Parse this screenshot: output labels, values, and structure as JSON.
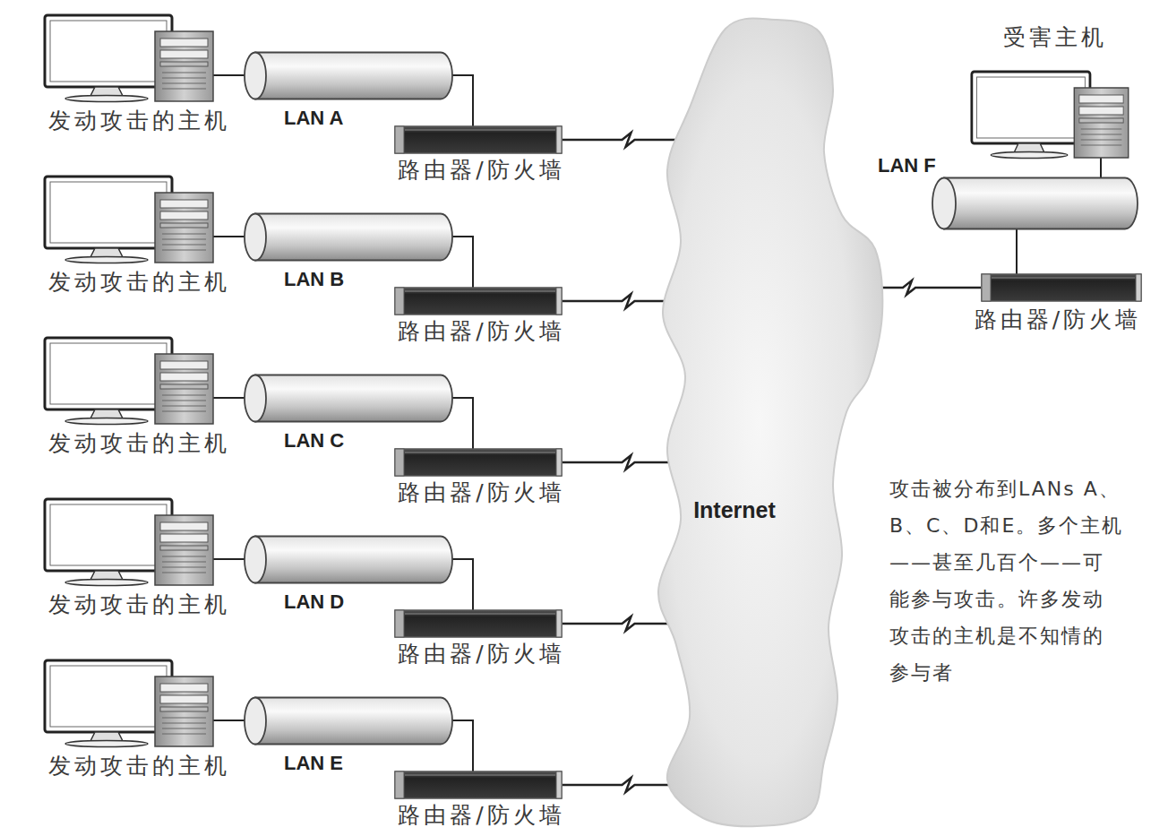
{
  "diagram": {
    "nodes": [
      {
        "text": [
          "发动攻击的主机"
        ]
      },
      {
        "text": [
          "LAN A"
        ]
      },
      {
        "text": [
          "路由器/防火墙"
        ]
      },
      {
        "text": [
          "发动攻击的主机"
        ]
      },
      {
        "text": [
          "LAN B"
        ]
      },
      {
        "text": [
          "路由器/防火墙"
        ]
      },
      {
        "text": [
          "发动攻击的主机"
        ]
      },
      {
        "text": [
          "LAN C"
        ]
      },
      {
        "text": [
          "路由器/防火墙"
        ]
      },
      {
        "text": [
          "发动攻击的主机"
        ]
      },
      {
        "text": [
          "LAN D"
        ]
      },
      {
        "text": [
          "路由器/防火墙"
        ]
      },
      {
        "text": [
          "发动攻击的主机"
        ]
      },
      {
        "text": [
          "LAN E"
        ]
      },
      {
        "text": [
          "路由器/防火墙"
        ]
      },
      {
        "text": [
          "Internet"
        ]
      },
      {
        "text": [
          "受害主机"
        ]
      },
      {
        "text": [
          "LAN F"
        ]
      },
      {
        "text": [
          "路由器/防火墙"
        ]
      }
    ],
    "edges": [
      {
        "from": 0,
        "to": 1,
        "arrow": "none"
      },
      {
        "from": 1,
        "to": 2,
        "arrow": "none"
      },
      {
        "from": 2,
        "to": 15,
        "arrow": "none"
      },
      {
        "from": 3,
        "to": 4,
        "arrow": "none"
      },
      {
        "from": 4,
        "to": 5,
        "arrow": "none"
      },
      {
        "from": 5,
        "to": 15,
        "arrow": "none"
      },
      {
        "from": 6,
        "to": 7,
        "arrow": "none"
      },
      {
        "from": 7,
        "to": 8,
        "arrow": "none"
      },
      {
        "from": 8,
        "to": 15,
        "arrow": "none"
      },
      {
        "from": 9,
        "to": 10,
        "arrow": "none"
      },
      {
        "from": 10,
        "to": 11,
        "arrow": "none"
      },
      {
        "from": 11,
        "to": 15,
        "arrow": "none"
      },
      {
        "from": 12,
        "to": 13,
        "arrow": "none"
      },
      {
        "from": 13,
        "to": 14,
        "arrow": "none"
      },
      {
        "from": 14,
        "to": 15,
        "arrow": "none"
      },
      {
        "from": 15,
        "to": 18,
        "arrow": "none"
      },
      {
        "from": 18,
        "to": 17,
        "arrow": "none"
      },
      {
        "from": 17,
        "to": 16,
        "arrow": "none"
      }
    ],
    "labels": [
      "攻击被分布到LANs A、B、C、D和E。多个主机——甚至几百个——可能参与攻击。许多发动攻击的主机是不知情的参与者"
    ]
  }
}
